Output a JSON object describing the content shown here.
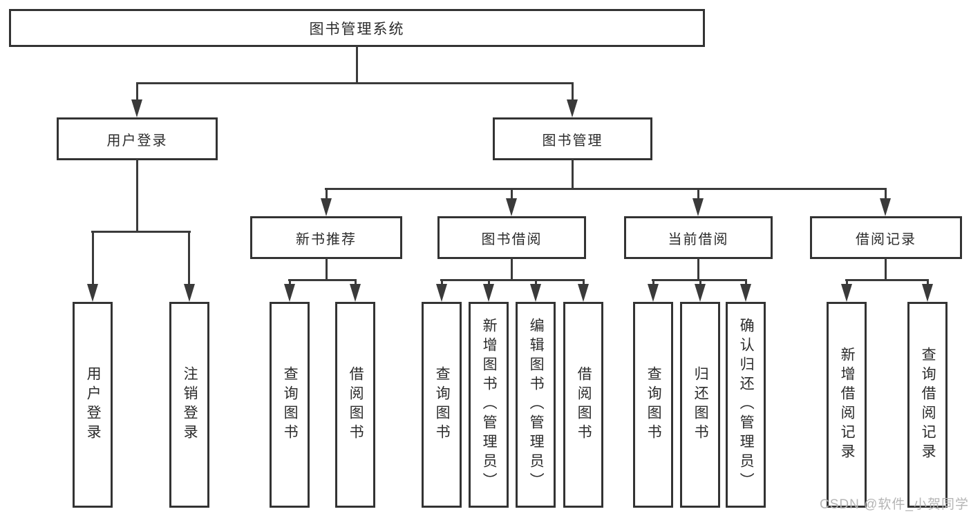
{
  "diagram": {
    "watermark": "CSDN @软件_小贺同学",
    "colors": {
      "line": "#3a3a3a",
      "box_border": "#333333",
      "text": "#2b2b2b",
      "watermark": "#b5b5b5",
      "background": "#ffffff"
    },
    "tree": {
      "label": "图书管理系统",
      "children": [
        {
          "label": "用户登录",
          "children": [
            {
              "label": "用户登录"
            },
            {
              "label": "注销登录"
            }
          ]
        },
        {
          "label": "图书管理",
          "children": [
            {
              "label": "新书推荐",
              "children": [
                {
                  "label": "查询图书"
                },
                {
                  "label": "借阅图书"
                }
              ]
            },
            {
              "label": "图书借阅",
              "children": [
                {
                  "label": "查询图书"
                },
                {
                  "label": "新增图书（管理员）"
                },
                {
                  "label": "编辑图书（管理员）"
                },
                {
                  "label": "借阅图书"
                }
              ]
            },
            {
              "label": "当前借阅",
              "children": [
                {
                  "label": "查询图书"
                },
                {
                  "label": "归还图书"
                },
                {
                  "label": "确认归还（管理员）"
                }
              ]
            },
            {
              "label": "借阅记录",
              "children": [
                {
                  "label": "新增借阅记录"
                },
                {
                  "label": "查询借阅记录"
                }
              ]
            }
          ]
        }
      ]
    }
  }
}
